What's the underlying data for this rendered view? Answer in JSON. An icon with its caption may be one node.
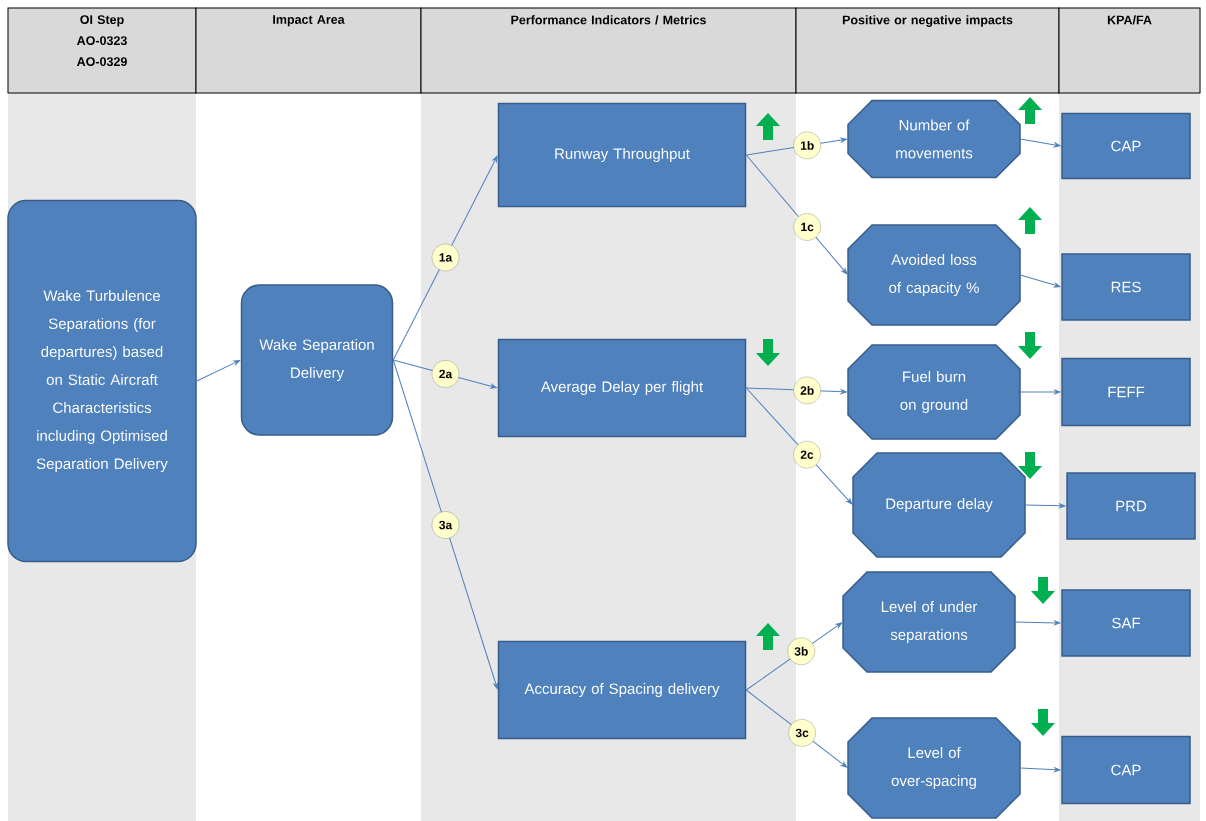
{
  "diagram": {
    "nodes": [
      {
        "text": [
          "Wake Turbulence Separations (for departures) based on Static Aircraft Characteristics including Optimised Separation Delivery"
        ]
      },
      {
        "text": [
          "Wake Separation Delivery"
        ]
      },
      {
        "text": [
          "Runway Throughput"
        ]
      },
      {
        "text": [
          "Average Delay per flight"
        ]
      },
      {
        "text": [
          "Accuracy of Spacing delivery"
        ]
      },
      {
        "text": [
          "Number of movements"
        ]
      },
      {
        "text": [
          "Avoided loss of capacity %"
        ]
      },
      {
        "text": [
          "Fuel burn on ground"
        ]
      },
      {
        "text": [
          "Departure delay"
        ]
      },
      {
        "text": [
          "Level of under separations"
        ]
      },
      {
        "text": [
          "Level of over-spacing"
        ]
      },
      {
        "text": [
          "CAP"
        ]
      },
      {
        "text": [
          "RES"
        ]
      },
      {
        "text": [
          "FEFF"
        ]
      },
      {
        "text": [
          "PRD"
        ]
      },
      {
        "text": [
          "SAF"
        ]
      },
      {
        "text": [
          "CAP"
        ]
      }
    ],
    "edges": [
      {
        "from": 0,
        "to": 1,
        "arrow": "to"
      },
      {
        "from": 1,
        "to": 2,
        "arrow": "to",
        "label": "1a"
      },
      {
        "from": 1,
        "to": 3,
        "arrow": "to",
        "label": "2a"
      },
      {
        "from": 1,
        "to": 4,
        "arrow": "to",
        "label": "3a"
      },
      {
        "from": 2,
        "to": 5,
        "arrow": "to",
        "label": "1b"
      },
      {
        "from": 2,
        "to": 6,
        "arrow": "to",
        "label": "1c"
      },
      {
        "from": 3,
        "to": 7,
        "arrow": "to",
        "label": "2b"
      },
      {
        "from": 3,
        "to": 8,
        "arrow": "to",
        "label": "2c"
      },
      {
        "from": 4,
        "to": 9,
        "arrow": "to",
        "label": "3b"
      },
      {
        "from": 4,
        "to": 10,
        "arrow": "to",
        "label": "3c"
      },
      {
        "from": 5,
        "to": 11,
        "arrow": "to"
      },
      {
        "from": 6,
        "to": 12,
        "arrow": "to"
      },
      {
        "from": 7,
        "to": 13,
        "arrow": "to"
      },
      {
        "from": 8,
        "to": 14,
        "arrow": "to"
      },
      {
        "from": 9,
        "to": 15,
        "arrow": "to"
      },
      {
        "from": 10,
        "to": 16,
        "arrow": "to"
      }
    ],
    "labels": [
      "OI Step AO-0323 AO-0329",
      "Impact Area",
      "Performance Indicators / Metrics",
      "Positive or negative impacts",
      "KPA/FA"
    ]
  }
}
